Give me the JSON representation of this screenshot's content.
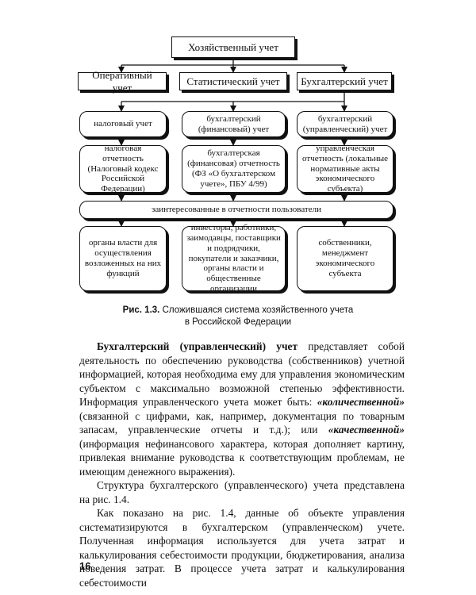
{
  "diagram": {
    "root": "Хозяйственный учет",
    "level1": [
      "Оперативный учет",
      "Статистический учет",
      "Бухгалтерский учет"
    ],
    "level2": [
      "налоговый учет",
      "бухгалтерский (финансовый) учет",
      "бухгалтерский (управленческий) учет"
    ],
    "level3": [
      "налоговая отчетность (Налоговый кодекс Российской Федерации)",
      "бухгалтерская (финансовая) отчетность (ФЗ «О бухгалтерском учете», ПБУ 4/99)",
      "управленческая отчетность (локальные нормативные акты экономического субъекта)"
    ],
    "band": "заинтересованные в отчетности пользователи",
    "level4": [
      "органы власти для осуществления возложенных на них функций",
      "инвесторы, работники, заимодавцы, поставщики и подрядчики, покупатели и заказчики, органы власти и общественные организации",
      "собственники, менеджмент экономического субъекта"
    ]
  },
  "caption": {
    "label": "Рис. 1.3.",
    "line1": "Сложившаяся система хозяйственного учета",
    "line2": "в Российской Федерации"
  },
  "body": {
    "p1_term": "Бухгалтерский (управленческий) учет",
    "p1_a": " представляет собой деятельность по обеспечению руководства (собственников) учетной информацией, которая необходима ему для управления экономическим субъектом с максимально возможной степенью эффективности. Информация управленческого учета может быть: ",
    "p1_q1": "«количественной»",
    "p1_b": " (связанной с цифрами, как, например, документация по товарным запасам, управленческие отчеты и т.д.); или ",
    "p1_q2": "«качественной»",
    "p1_c": " (информация нефинансового характера, которая дополняет картину, привлекая внимание руководства к соответствующим проблемам, не имеющим денежного выражения).",
    "p2": "Структура бухгалтерского (управленческого) учета представлена на рис. 1.4.",
    "p3": "Как показано на рис. 1.4, данные об объекте управления систематизируются в бухгалтерском (управленческом) учете. Полученная информация используется для учета затрат и калькулирования себестоимости продукции, бюджетирования, анализа поведения затрат. В процессе учета затрат и калькулирования себестоимости"
  },
  "page_number": "16"
}
